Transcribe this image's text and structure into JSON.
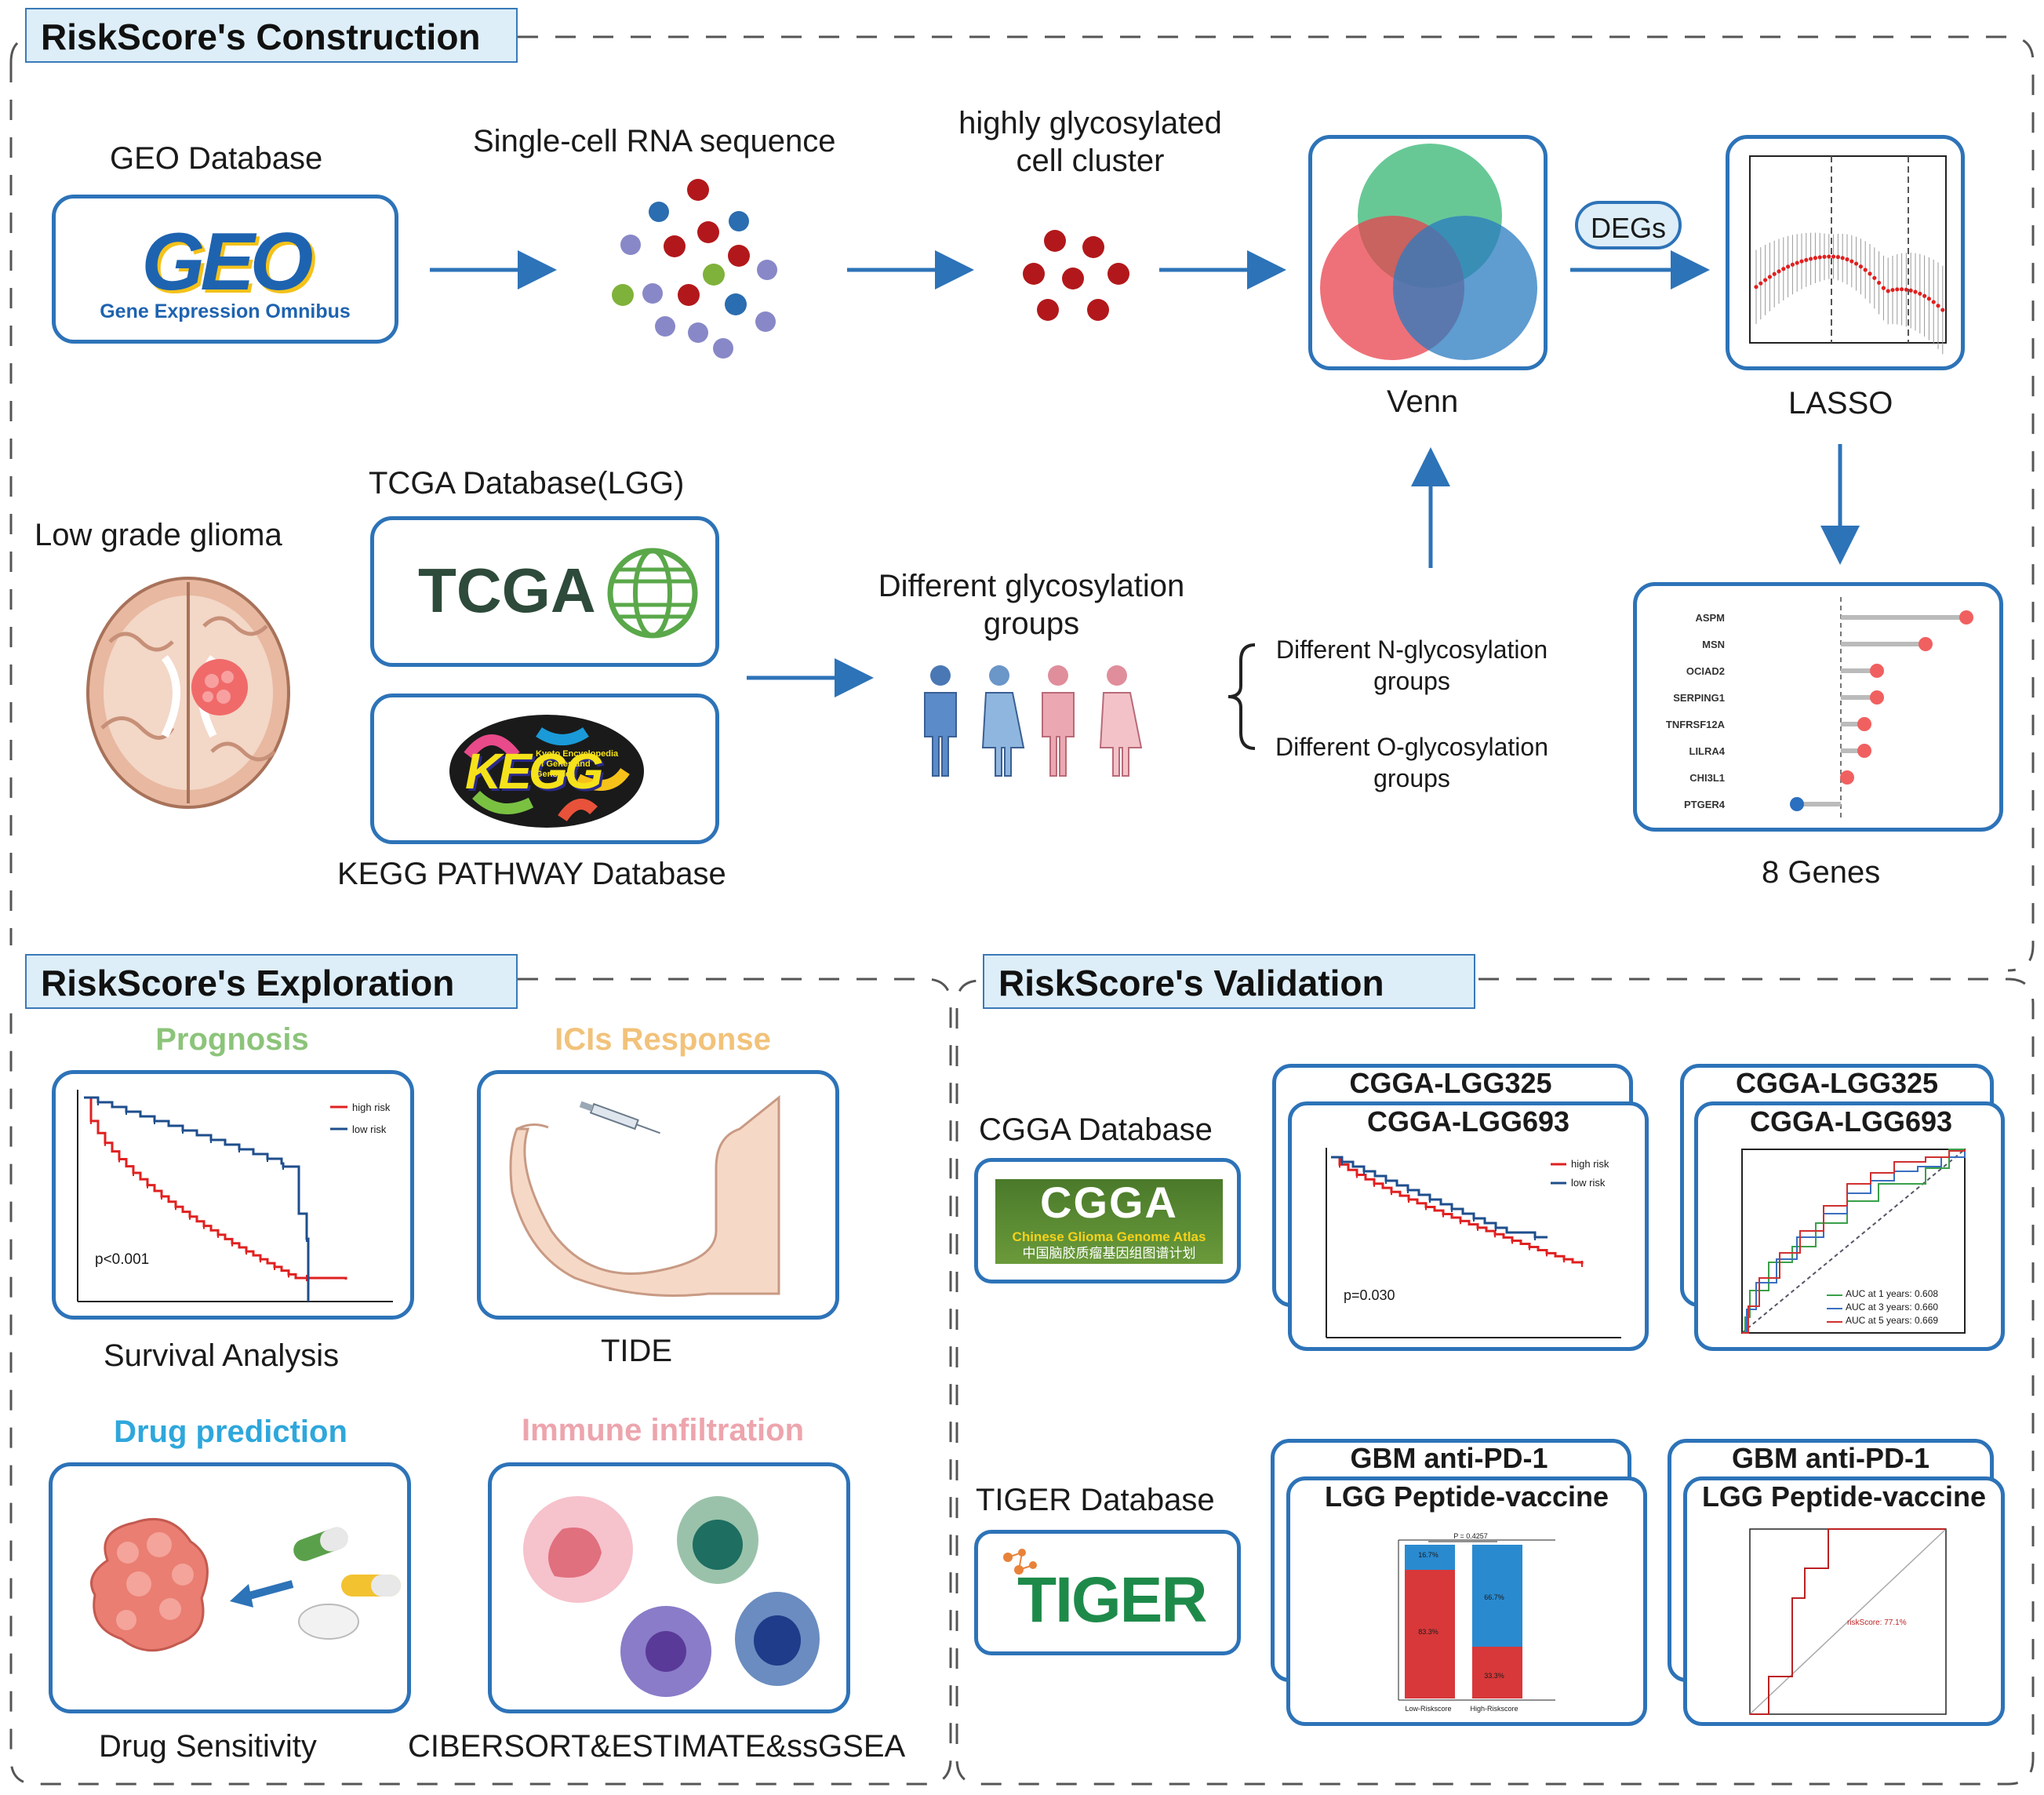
{
  "sections": {
    "construction": "RiskScore's Construction",
    "exploration": "RiskScore's Exploration",
    "validation": "RiskScore's Validation"
  },
  "construction": {
    "geo_label": "GEO Database",
    "geo_logo_text": "GEO",
    "geo_logo_sub": "Gene Expression Omnibus",
    "scrna_label": "Single-cell RNA sequence",
    "cluster_label_1": "highly glycosylated",
    "cluster_label_2": "cell cluster",
    "venn_label": "Venn",
    "degs_label": "DEGs",
    "lasso_label": "LASSO",
    "lgg_label": "Low grade glioma",
    "tcga_label": "TCGA Database(LGG)",
    "tcga_logo_text": "TCGA",
    "kegg_label": "KEGG PATHWAY Database",
    "kegg_logo_text": "KEGG",
    "kegg_logo_sub": "Kyoto Encyclopedia of Genes and Genomes",
    "groups_label_1": "Different glycosylation",
    "groups_label_2": "groups",
    "n_glyc_1": "Different N-glycosylation",
    "n_glyc_2": "groups",
    "o_glyc_1": "Different O-glycosylation",
    "o_glyc_2": "groups",
    "genes_label": "8 Genes",
    "genes": [
      "ASPM",
      "MSN",
      "OCIAD2",
      "SERPING1",
      "TNFRSF12A",
      "LILRA4",
      "CHI3L1",
      "PTGER4"
    ]
  },
  "exploration": {
    "prognosis_title": "Prognosis",
    "prognosis_color": "#8cc47a",
    "km_high": "high risk",
    "km_low": "low risk",
    "km_p": "p<0.001",
    "survival_label": "Survival Analysis",
    "icis_title": "ICIs Response",
    "icis_color": "#f2c27a",
    "tide_label": "TIDE",
    "drug_title": "Drug prediction",
    "drug_color": "#2ea7dc",
    "drug_label": "Drug Sensitivity",
    "immune_title": "Immune infiltration",
    "immune_color": "#eda5ad",
    "immune_label": "CIBERSORT&ESTIMATE&ssGSEA"
  },
  "validation": {
    "cgga_label": "CGGA Database",
    "cgga_logo_text": "CGGA",
    "cgga_logo_sub_en": "Chinese Glioma Genome Atlas",
    "cgga_logo_sub_cn": "中国脑胶质瘤基因组图谱计划",
    "cgga_back_title": "CGGA-LGG325",
    "cgga_front_title": "CGGA-LGG693",
    "km_high": "high risk",
    "km_low": "low risk",
    "km_p": "p=0.030",
    "roc_legend": [
      "AUC at 1 years: 0.608",
      "AUC at 3 years: 0.660",
      "AUC at 5 years: 0.669"
    ],
    "tiger_label": "TIGER Database",
    "tiger_logo_text": "TIGER",
    "tiger_back_title": "GBM anti-PD-1",
    "tiger_front_title": "LGG Peptide-vaccine",
    "bar_p": "P = 0.4257",
    "bar_low_top": "16.7%",
    "bar_low_bottom": "83.3%",
    "bar_high_top": "66.7%",
    "bar_high_bottom": "33.3%",
    "bar_x1": "Low-Riskscore",
    "bar_x2": "High-Riskscore",
    "roc2_label": "riskScore: 77.1%"
  }
}
